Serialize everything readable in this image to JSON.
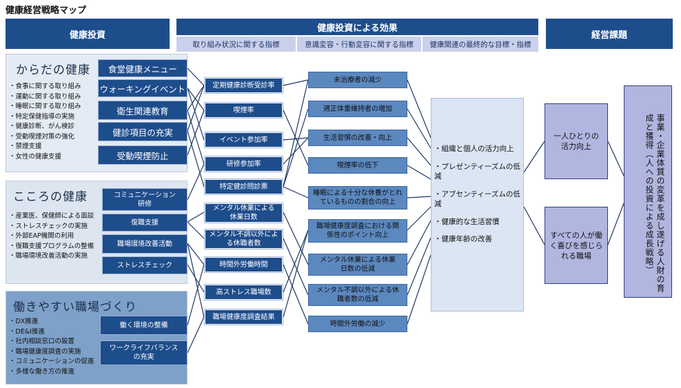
{
  "title": "健康経営戦略マップ",
  "headers": {
    "investment": "健康投資",
    "effects": "健康投資による効果",
    "issues": "経営課題"
  },
  "subheaders": [
    "取り組み状況に関する指標",
    "意識変容・行動変容に関する指標",
    "健康関連の最終的な目標・指標"
  ],
  "panels": [
    {
      "title": "からだの健康",
      "items": [
        "食事に関する取り組み",
        "運動に関する取り組み",
        "睡眠に関する取り組み",
        "特定保健指導の実施",
        "健康診断、がん検診",
        "受動喫煙対策の強化",
        "禁煙支援",
        "女性の健康支援"
      ]
    },
    {
      "title": "こころの健康",
      "items": [
        "産業医、保健師による面談",
        "ストレスチェックの実施",
        "外部EAP機関の利用",
        "復職支援プログラムの整備",
        "職場環境改善活動の実施"
      ]
    },
    {
      "title": "働きやすい職場づくり",
      "items": [
        "DX推進",
        "DE&I推進",
        "社内相談窓口の設置",
        "職場健康度調査の実施",
        "コミュニケーションの促進",
        "多様な働き方の推進"
      ]
    }
  ],
  "investment_buttons": [
    "食堂健康メニュー",
    "ウォーキングイベント",
    "衛生関連教育",
    "健診項目の充実",
    "受動喫煙防止",
    "コミュニケーション研修",
    "復職支援",
    "職場環境改善活動",
    "ストレスチェック",
    "働く環境の整備",
    "ワークライフバランスの充実"
  ],
  "status_indicators": [
    "定期健康診断受診率",
    "喫煙率",
    "イベント参加率",
    "研修参加率",
    "特定健診問診票",
    "メンタル休業による休業日数",
    "メンタル不調以外による休職者数",
    "時間外労働時間",
    "高ストレス職場数",
    "職場健康度調査結果"
  ],
  "behavior_indicators": [
    "未治療者の減少",
    "適正体重維持者の増加",
    "生活習慣の改善・向上",
    "喫煙率の低下",
    "睡眠による十分な休養がとれているものの割合の向上",
    "職場健康度調査における関係性のポイント向上",
    "メンタル休業による休業日数の低減",
    "メンタル不調以外による休職者数の低減",
    "時間外労働の減少"
  ],
  "final_goals": [
    "組織と個人の活力向上",
    "プレゼンティーズムの低減",
    "アブセンティーズムの低減",
    "健康的な生活習慣",
    "健康年齢の改善"
  ],
  "issues": [
    "一人ひとりの活力向上",
    "すべての人が働く喜びを感じられる職場"
  ],
  "vision": "事業・企業体質の変革を成し遂げる人財の育成と獲得（人への投資による成長戦略）"
}
